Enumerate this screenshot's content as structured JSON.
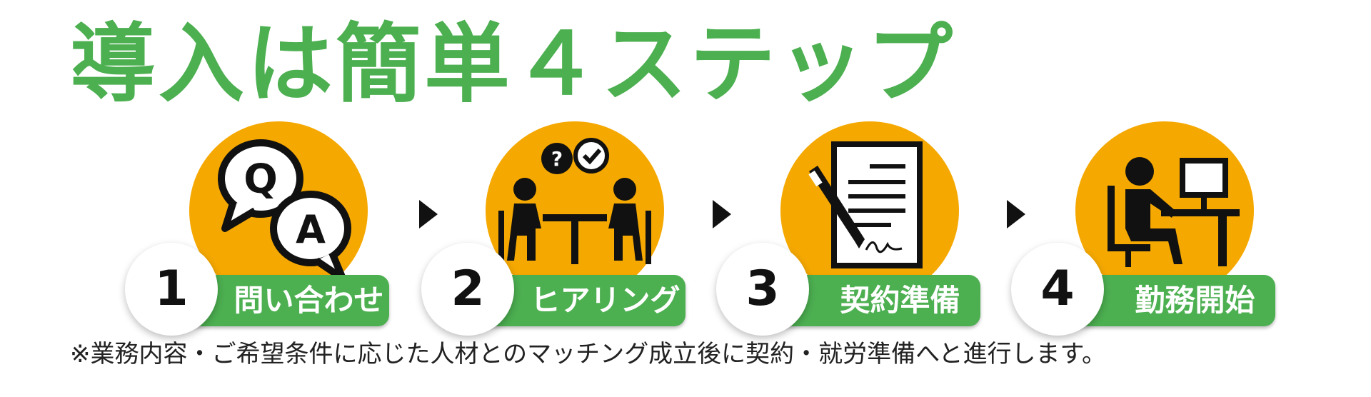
{
  "title": "導入は簡単４ステップ",
  "steps": [
    {
      "number": "1",
      "label": "問い合わせ",
      "icon": "qa-speech-bubbles-icon"
    },
    {
      "number": "2",
      "label": "ヒアリング",
      "icon": "meeting-people-icon"
    },
    {
      "number": "3",
      "label": "契約準備",
      "icon": "contract-document-pen-icon"
    },
    {
      "number": "4",
      "label": "勤務開始",
      "icon": "worker-at-computer-icon"
    }
  ],
  "note": "※業務内容・ご希望条件に応じた人材とのマッチング成立後に契約・就労準備へと進行します。",
  "colors": {
    "green": "#4caf50",
    "orange": "#f5a800",
    "dark": "#111111"
  }
}
